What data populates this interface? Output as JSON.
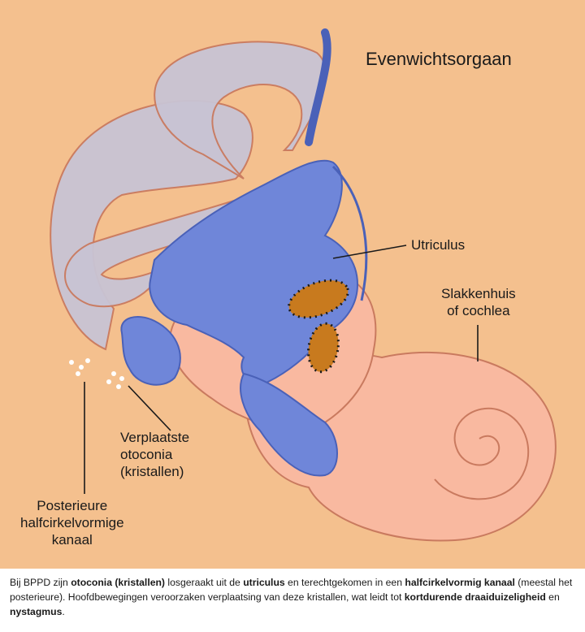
{
  "title": "Evenwichtsorgaan",
  "labels": {
    "utriculus": "Utriculus",
    "cochlea": [
      "Slakkenhuis",
      "of cochlea"
    ],
    "otoconia": [
      "Verplaatste",
      "otoconia",
      "(kristallen)"
    ],
    "canal": [
      "Posterieure",
      "halfcirkelvormige",
      "kanaal"
    ]
  },
  "caption": {
    "segments": [
      {
        "text": "Bij BPPD zijn ",
        "bold": false
      },
      {
        "text": "otoconia (kristallen)",
        "bold": true
      },
      {
        "text": " losgeraakt uit de ",
        "bold": false
      },
      {
        "text": "utriculus",
        "bold": true
      },
      {
        "text": " en terechtgekomen in een ",
        "bold": false
      },
      {
        "text": "halfcirkelvormig kanaal",
        "bold": true
      },
      {
        "text": " (meestal het posterieure). Hoofdbewegingen veroorzaken verplaatsing van deze kristallen, wat leidt tot ",
        "bold": false
      },
      {
        "text": "kortdurende draaiduizeligheid",
        "bold": true
      },
      {
        "text": " en ",
        "bold": false
      },
      {
        "text": "nystagmus",
        "bold": true
      },
      {
        "text": ".",
        "bold": false
      }
    ]
  },
  "colors": {
    "background": "#f4c08e",
    "canal": "#c8c4d4",
    "membrane": "#6f86d9",
    "membrane_dark": "#4a61b8",
    "cochlea": "#f9b9a0",
    "otolith": "#c87a1e"
  }
}
